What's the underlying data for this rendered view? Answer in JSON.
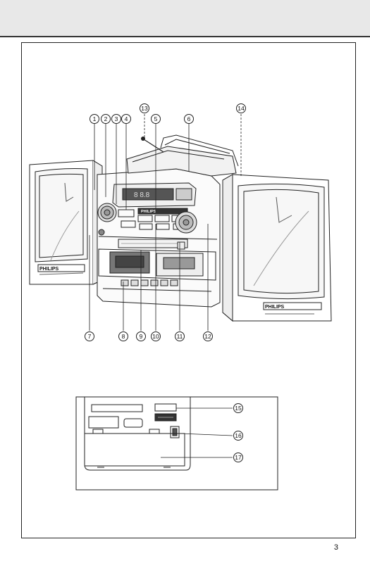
{
  "page": {
    "number": "3"
  },
  "device": {
    "brand_left": "PHILIPS",
    "brand_center": "PHILIPS",
    "brand_right": "PHILIPS",
    "display_text": "8 8.8"
  },
  "callouts": {
    "c1": "1",
    "c2": "2",
    "c3": "3",
    "c4": "4",
    "c5": "5",
    "c6": "6",
    "c7": "7",
    "c8": "8",
    "c9": "9",
    "c10": "10",
    "c11": "11",
    "c12": "12",
    "c13": "13",
    "c14": "14",
    "c15": "15",
    "c16": "16",
    "c17": "17"
  }
}
